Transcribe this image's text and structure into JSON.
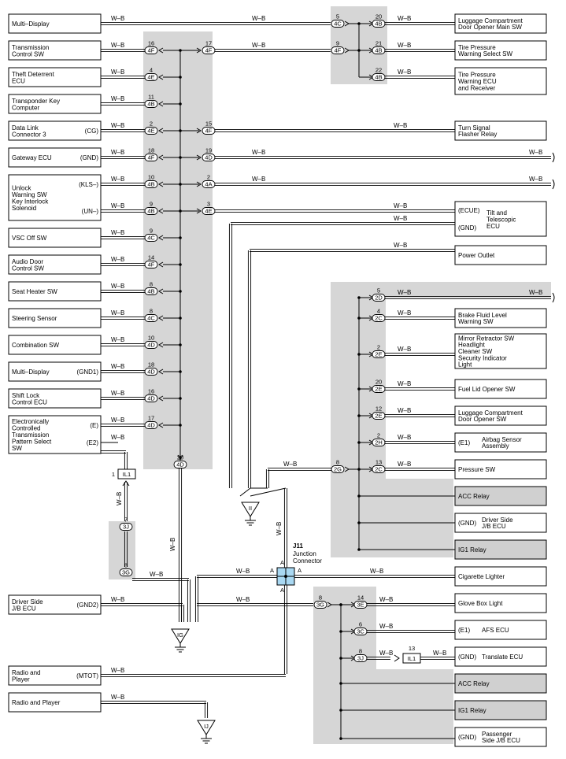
{
  "wire_label": "W–B",
  "wire_color": "#000000",
  "shade_color": "#d6d6d6",
  "relay_fill": "#d0d0d0",
  "connector_fill": "#a9d8f2",
  "left_components": [
    {
      "name": "Multi–Display",
      "pin": ""
    },
    {
      "name": "Transmission Control SW",
      "pin": ""
    },
    {
      "name": "Theft Deterrent ECU",
      "pin": ""
    },
    {
      "name": "Transponder Key Computer",
      "pin": ""
    },
    {
      "name": "Data Link Connector 3",
      "pin": "(CG)"
    },
    {
      "name": "Gateway ECU",
      "pin": "(GND)"
    },
    {
      "name": "Unlock Warning SW Key Interlock Solenoid",
      "pin": "(KLS–)",
      "pin2": "(UN–)"
    },
    {
      "name": "VSC Off SW",
      "pin": ""
    },
    {
      "name": "Audio Door Control SW",
      "pin": ""
    },
    {
      "name": "Seat Heater SW",
      "pin": ""
    },
    {
      "name": "Steering Sensor",
      "pin": ""
    },
    {
      "name": "Combination SW",
      "pin": ""
    },
    {
      "name": "Multi–Display",
      "pin": "(GND1)"
    },
    {
      "name": "Shift Lock Control ECU",
      "pin": ""
    },
    {
      "name": "Electronically Controlled Transmission Pattern Select SW",
      "pin": "(E)",
      "pin2": "(E2)"
    },
    {
      "name": "Driver Side J/B ECU",
      "pin": "(GND2)"
    },
    {
      "name": "Radio and Player",
      "pin": "(MTOT)"
    },
    {
      "name": "Radio and Player",
      "pin": ""
    }
  ],
  "right_components": [
    {
      "name": "Luggage Compartment Door Opener Main SW"
    },
    {
      "name": "Tire Pressure Warning Select SW"
    },
    {
      "name": "Tire Pressure Warning ECU and Receiver"
    },
    {
      "name": "Turn Signal Flasher Relay"
    },
    {
      "name": "Tilt and Telescopic ECU",
      "pin": "(ECUE)",
      "pin2": "(GND)"
    },
    {
      "name": "Power Outlet"
    },
    {
      "name": "Brake Fluid Level Warning SW"
    },
    {
      "name": "Mirror Retractor SW Headlight Cleaner SW Security Indicator Light"
    },
    {
      "name": "Fuel Lid Opener SW"
    },
    {
      "name": "Luggage Compartment Door Opener SW"
    },
    {
      "name": "Airbag Sensor Assembly",
      "pin": "(E1)"
    },
    {
      "name": "Pressure SW"
    },
    {
      "name": "ACC Relay"
    },
    {
      "name": "Driver Side J/B ECU",
      "pin": "(GND)"
    },
    {
      "name": "IG1 Relay"
    },
    {
      "name": "Cigarette Lighter"
    },
    {
      "name": "Glove Box Light"
    },
    {
      "name": "AFS ECU",
      "pin": "(E1)"
    },
    {
      "name": "Translate ECU",
      "pin": "(GND)"
    },
    {
      "name": "ACC Relay"
    },
    {
      "name": "IG1 Relay"
    },
    {
      "name": "Passenger Side J/B ECU",
      "pin": "(GND)"
    }
  ],
  "left_pins": [
    {
      "num": "16",
      "conn": "4F"
    },
    {
      "num": "4",
      "conn": "4E"
    },
    {
      "num": "11",
      "conn": "4B"
    },
    {
      "num": "2",
      "conn": "4E"
    },
    {
      "num": "18",
      "conn": "4F"
    },
    {
      "num": "10",
      "conn": "4B"
    },
    {
      "num": "9",
      "conn": "4B"
    },
    {
      "num": "9",
      "conn": "4C"
    },
    {
      "num": "14",
      "conn": "4F"
    },
    {
      "num": "8",
      "conn": "4B"
    },
    {
      "num": "8",
      "conn": "4C"
    },
    {
      "num": "10",
      "conn": "4D"
    },
    {
      "num": "18",
      "conn": "4D"
    },
    {
      "num": "16",
      "conn": "4D"
    },
    {
      "num": "17",
      "conn": "4D"
    }
  ],
  "mid_pins": [
    {
      "num": "17",
      "conn": "4F"
    },
    {
      "num": "15",
      "conn": "4F"
    },
    {
      "num": "19",
      "conn": "4D"
    },
    {
      "num": "2",
      "conn": "4A"
    },
    {
      "num": "3",
      "conn": "4E"
    },
    {
      "num": "20",
      "conn": "4D"
    }
  ],
  "top_pins": [
    {
      "num": "5",
      "conn": "4C"
    },
    {
      "num": "9",
      "conn": "4F"
    },
    {
      "num": "20",
      "conn": "4B"
    },
    {
      "num": "21",
      "conn": "4B"
    },
    {
      "num": "22",
      "conn": "4B"
    }
  ],
  "right_pins": [
    {
      "num": "5",
      "conn": "2D"
    },
    {
      "num": "4",
      "conn": "2C"
    },
    {
      "num": "2",
      "conn": "2E"
    },
    {
      "num": "20",
      "conn": "2E"
    },
    {
      "num": "12",
      "conn": "2E"
    },
    {
      "num": "2",
      "conn": "2H"
    },
    {
      "num": "13",
      "conn": "2C"
    },
    {
      "num": "8",
      "conn": "2G"
    }
  ],
  "lower_pins": [
    {
      "num": "8",
      "conn": "3G"
    },
    {
      "num": "14",
      "conn": "3E"
    },
    {
      "num": "6",
      "conn": "3C"
    },
    {
      "num": "8",
      "conn": "3J"
    },
    {
      "num": "13",
      "conn": "IL1"
    }
  ],
  "il1": {
    "num": "1",
    "conn": "IL1"
  },
  "left_small": [
    {
      "num": "7",
      "conn": "3J"
    },
    {
      "num": "8",
      "conn": "3G"
    }
  ],
  "grounds": [
    "II",
    "IG",
    "IJ"
  ],
  "junction": {
    "id": "J11",
    "label": "Junction Connector",
    "pin": "A"
  }
}
